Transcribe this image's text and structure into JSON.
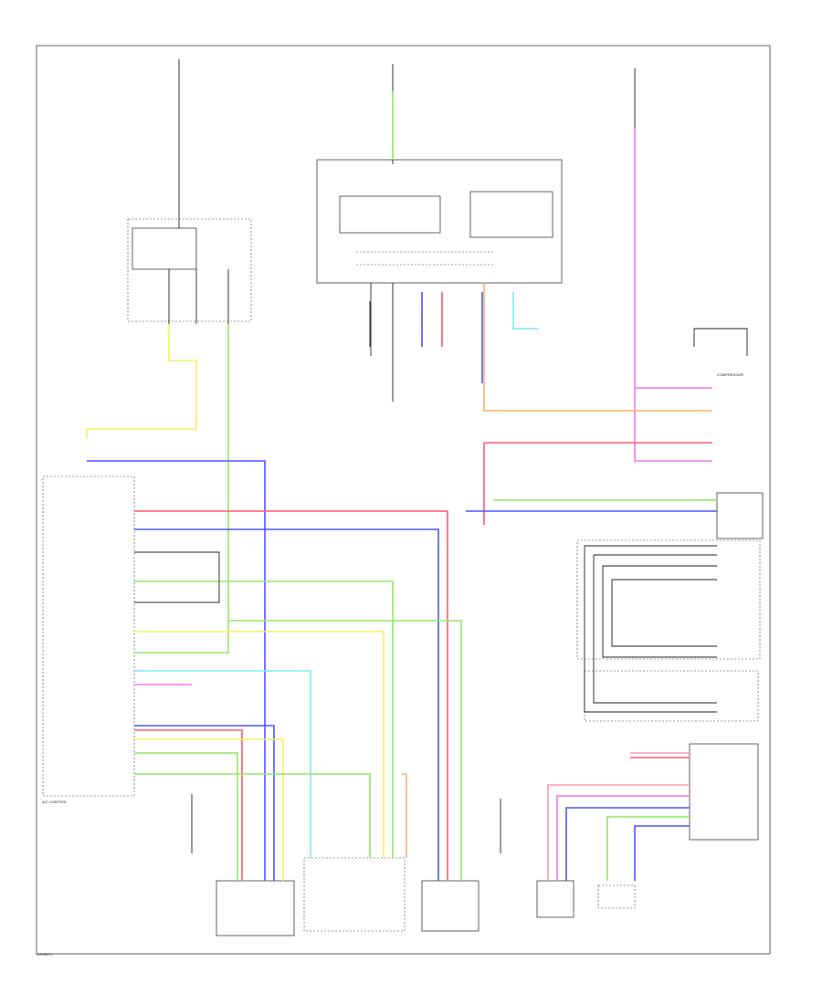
{
  "colors": {
    "red": "#ff5a6e",
    "blue": "#4a57ff",
    "green": "#8fe86a",
    "yellow": "#f7f25c",
    "cyan": "#7fe9f5",
    "magenta": "#f07cf0",
    "pink": "#ff9ab5",
    "orange": "#ffb36b",
    "gray": "#222222"
  },
  "labels": {
    "compressor": "COMPRESSOR",
    "ac_control": "A/C CONTROL",
    "footer_code": "WFWBTC"
  }
}
